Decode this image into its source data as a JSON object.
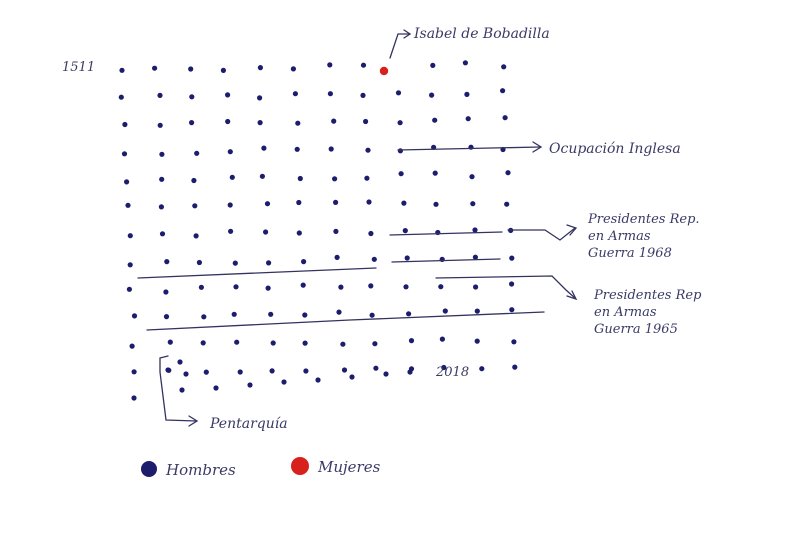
{
  "labels": {
    "start_year": "1511",
    "end_year": "2018",
    "woman_name": "Isabel de Bobadilla",
    "occupation": "Ocupación Inglesa",
    "presidents_1968": [
      "Presidentes Rep.",
      "en Armas",
      "Guerra 1968"
    ],
    "presidents_1965": [
      "Presidentes Rep",
      "en Armas",
      "Guerra 1965"
    ],
    "pentarchy": "Pentarquía"
  },
  "legend": {
    "men_label": "Hombres",
    "women_label": "Mujeres",
    "men_color": "#1d1d6e",
    "women_color": "#d8201c"
  },
  "grid": {
    "rows": 12,
    "cols": 12,
    "highlighted_women": 1
  }
}
